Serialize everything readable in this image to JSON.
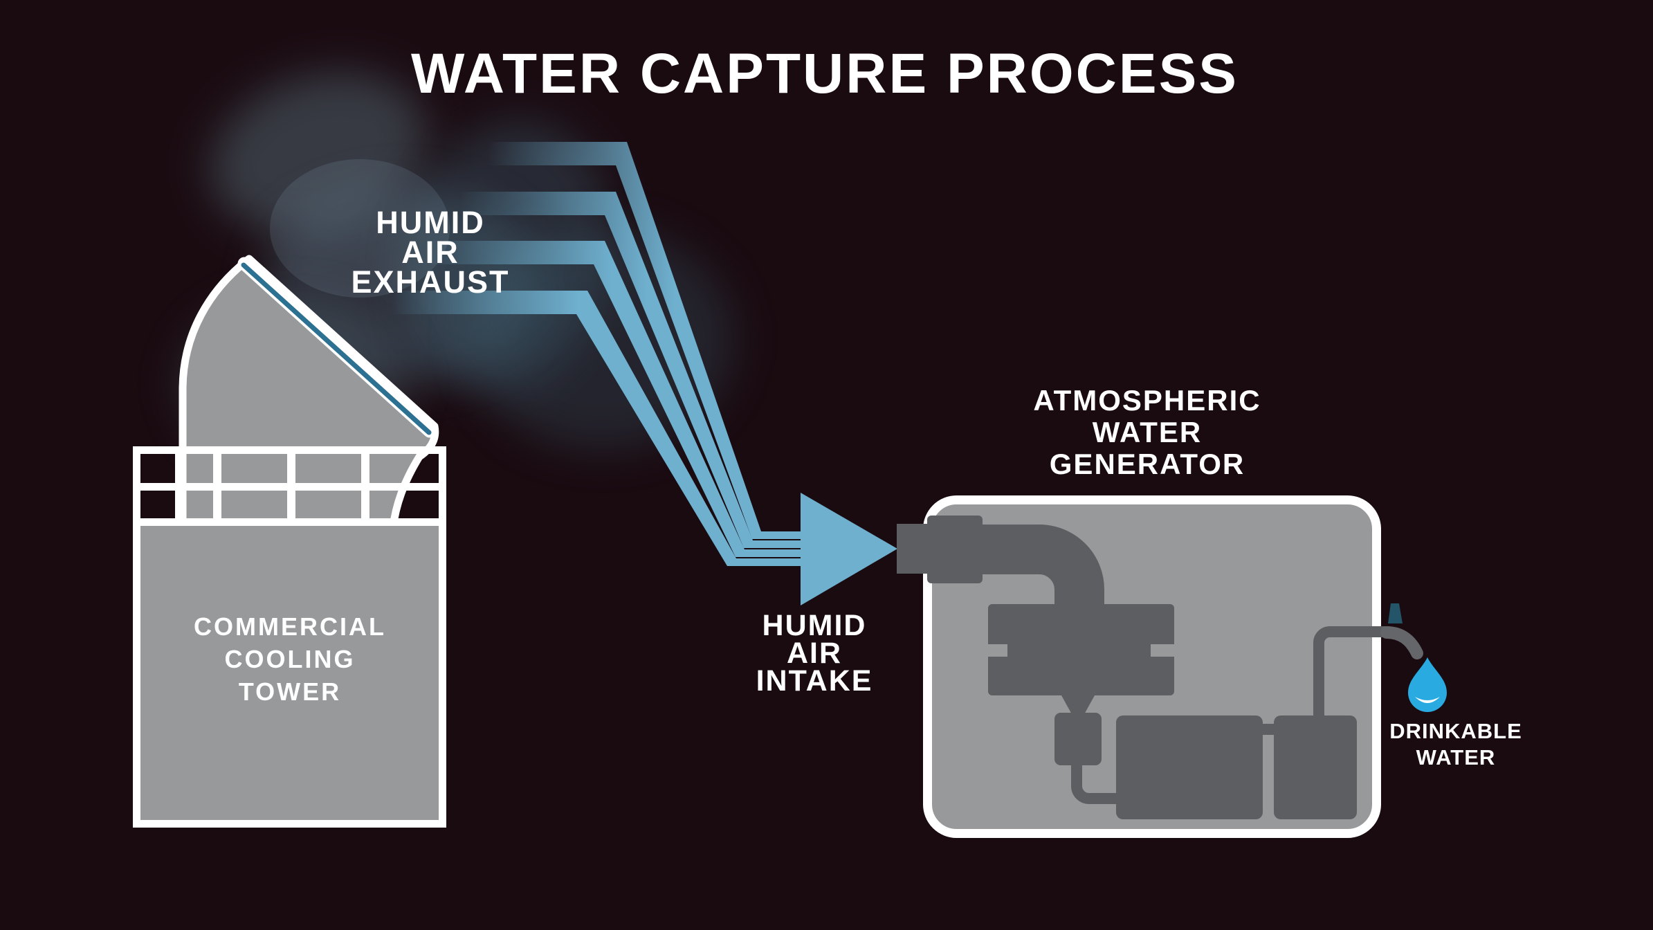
{
  "title": "WATER CAPTURE PROCESS",
  "labels": {
    "exhaust": "HUMID\nAIR\nEXHAUST",
    "cooling_tower": "COMMERCIAL\nCOOLING\nTOWER",
    "intake": "HUMID\nAIR\nINTAKE",
    "generator": "ATMOSPHERIC\nWATER\nGENERATOR",
    "drinkable": "DRINKABLE\nWATER"
  },
  "icons": {
    "exhaust_streams": "four-tapered-flow-bands",
    "flow_arrow": "right-pointing-triangle",
    "cooling_tower": "tilted-duct-over-lattice-tower",
    "generator_box": "rounded-machine-box",
    "faucet": "tap-with-handle",
    "water_drop": "teardrop"
  },
  "colors": {
    "background": "#1a0b11",
    "stream_blue": "#6fb0cf",
    "teal_stripe": "#2c7092",
    "structure_grey": "#98999b",
    "machinery_grey": "#5d5e62",
    "faucet_grey": "#64666a",
    "handle_teal": "#235468",
    "drop_blue": "#29abe2",
    "white": "#ffffff"
  }
}
